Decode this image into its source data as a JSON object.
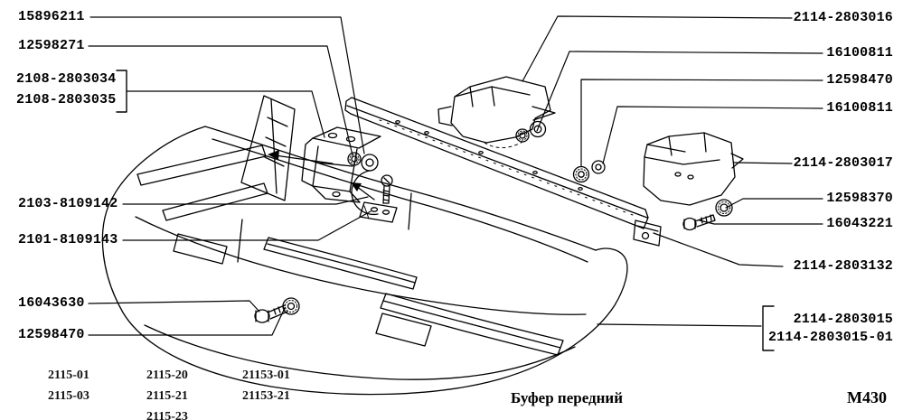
{
  "page": {
    "caption": "Буфер передний",
    "sheet_code": "М430",
    "ink_color": "#000000",
    "paper_color": "#ffffff"
  },
  "callouts": {
    "left": [
      "15896211",
      "12598271",
      "2108-2803034",
      "2108-2803035",
      "2103-8109142",
      "2101-8109143",
      "16043630",
      "12598470"
    ],
    "right": [
      "2114-2803016",
      "16100811",
      "12598470",
      "16100811",
      "2114-2803017",
      "12598370",
      "16043221",
      "2114-2803132",
      "2114-2803015",
      "2114-2803015-01"
    ]
  },
  "applicability": {
    "col1": [
      "2115-01",
      "2115-03"
    ],
    "col2": [
      "2115-20",
      "2115-21",
      "2115-23"
    ],
    "col3": [
      "21153-01",
      "21153-21"
    ]
  }
}
